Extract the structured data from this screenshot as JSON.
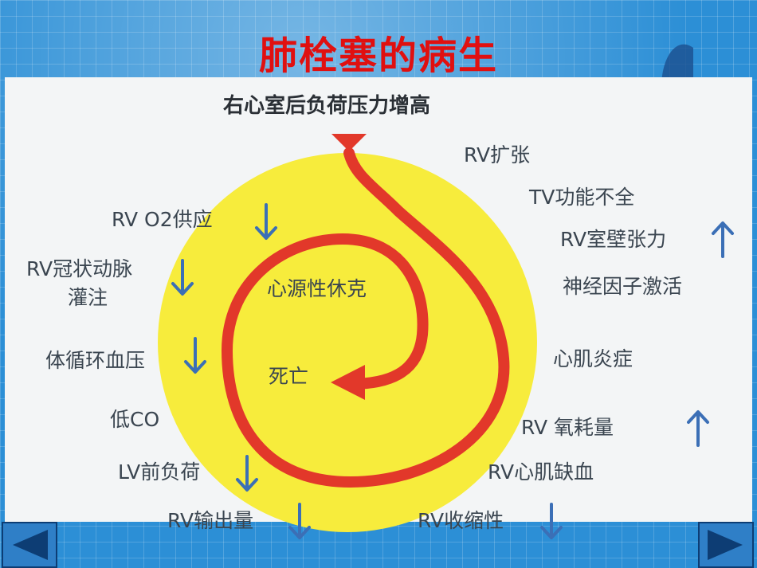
{
  "slide": {
    "title": "肺栓塞的病生"
  },
  "diagram": {
    "top_label": "右心室后负荷压力增高",
    "center_label": "心源性休克",
    "end_label": "死亡",
    "left_labels": [
      {
        "text": "RV O2供应",
        "arrow": "down"
      },
      {
        "text": "RV冠状动脉",
        "arrow": "down"
      },
      {
        "text": "灌注",
        "arrow": "none"
      },
      {
        "text": "体循环血压",
        "arrow": "down"
      },
      {
        "text": "低CO",
        "arrow": "none"
      },
      {
        "text": "LV前负荷",
        "arrow": "down"
      },
      {
        "text": "RV输出量",
        "arrow": "down"
      }
    ],
    "right_labels": [
      {
        "text": "RV扩张",
        "arrow": "none"
      },
      {
        "text": "TV功能不全",
        "arrow": "none"
      },
      {
        "text": "RV室壁张力",
        "arrow": "up"
      },
      {
        "text": "神经因子激活",
        "arrow": "none"
      },
      {
        "text": "心肌炎症",
        "arrow": "none"
      },
      {
        "text": "RV 氧耗量",
        "arrow": "up"
      },
      {
        "text": "RV心肌缺血",
        "arrow": "none"
      },
      {
        "text": "RV收缩性",
        "arrow": "down"
      }
    ],
    "colors": {
      "circle": "#f7ec3c",
      "spiral": "#e2382a",
      "arrow_blue": "#3b6fb6",
      "title_red": "#e01010"
    }
  },
  "nav": {
    "prev_icon": "triangle-left-icon",
    "next_icon": "triangle-right-icon"
  }
}
